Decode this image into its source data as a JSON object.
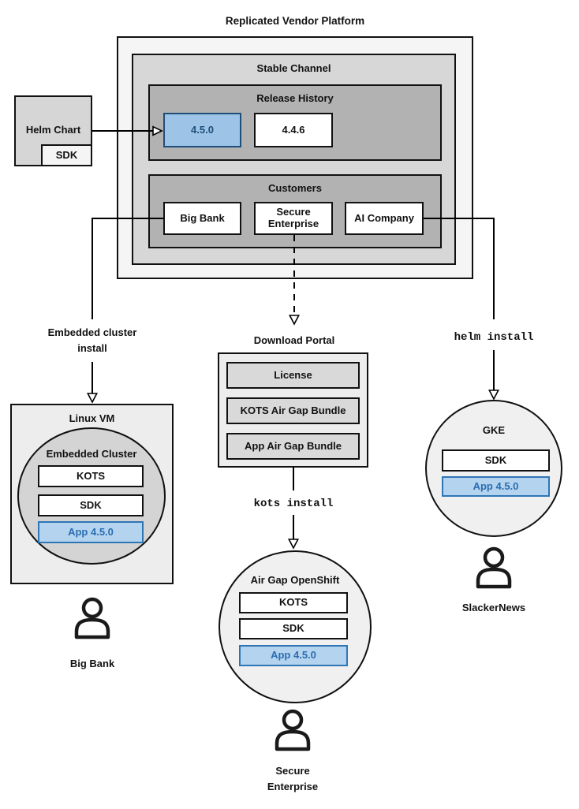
{
  "title": "Replicated Vendor Platform",
  "platform": {
    "stable_channel": {
      "label": "Stable Channel",
      "release_history": {
        "label": "Release History",
        "releases": [
          "4.5.0",
          "4.4.6"
        ]
      },
      "customers": {
        "label": "Customers",
        "items": [
          "Big Bank",
          "Secure Enterprise",
          "AI Company"
        ]
      }
    }
  },
  "helm_chart": {
    "label": "Helm Chart",
    "sdk": "SDK"
  },
  "flows": {
    "embedded_cluster_install": "Embedded cluster\ninstall",
    "helm_install": "helm install",
    "kots_install": "kots install"
  },
  "download_portal": {
    "label": "Download Portal",
    "items": [
      "License",
      "KOTS Air Gap Bundle",
      "App Air Gap Bundle"
    ]
  },
  "linux_vm": {
    "label": "Linux VM",
    "cluster": "Embedded Cluster",
    "components": [
      "KOTS",
      "SDK",
      "App 4.5.0"
    ]
  },
  "air_gap_openshift": {
    "label": "Air Gap OpenShift",
    "components": [
      "KOTS",
      "SDK",
      "App 4.5.0"
    ]
  },
  "gke": {
    "label": "GKE",
    "components": [
      "SDK",
      "App 4.5.0"
    ]
  },
  "users": {
    "big_bank": "Big Bank",
    "secure_enterprise": "Secure\nEnterprise",
    "slackernews": "SlackerNews"
  },
  "colors": {
    "release_highlight_fill": "#9dc3e6",
    "release_highlight_border": "#1f4e79",
    "app_box_fill": "#b4d3ee",
    "app_box_border": "#2e75b6",
    "app_box_text": "#2a6db2"
  }
}
